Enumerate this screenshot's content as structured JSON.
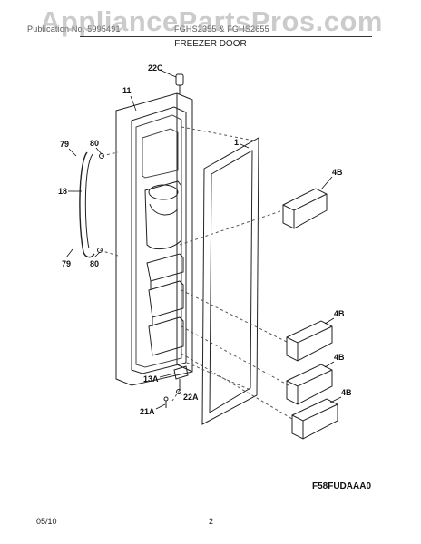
{
  "header": {
    "publication_text": "Publication No. 5995491",
    "model_text": "FGHS2355 & FGHS2655",
    "watermark": "AppliancePartsPros.com",
    "section_title": "FREEZER DOOR"
  },
  "callouts": {
    "c22C": "22C",
    "c11": "11",
    "c1": "1",
    "c79_top": "79",
    "c80_top": "80",
    "c18": "18",
    "c79_bottom": "79",
    "c80_bottom": "80",
    "c4B_1": "4B",
    "c4B_2": "4B",
    "c4B_3": "4B",
    "c4B_4": "4B",
    "c13A": "13A",
    "c22A": "22A",
    "c21A": "21A"
  },
  "diagram_code": "F58FUDAAA0",
  "footer": {
    "date": "05/10",
    "page": "2"
  }
}
